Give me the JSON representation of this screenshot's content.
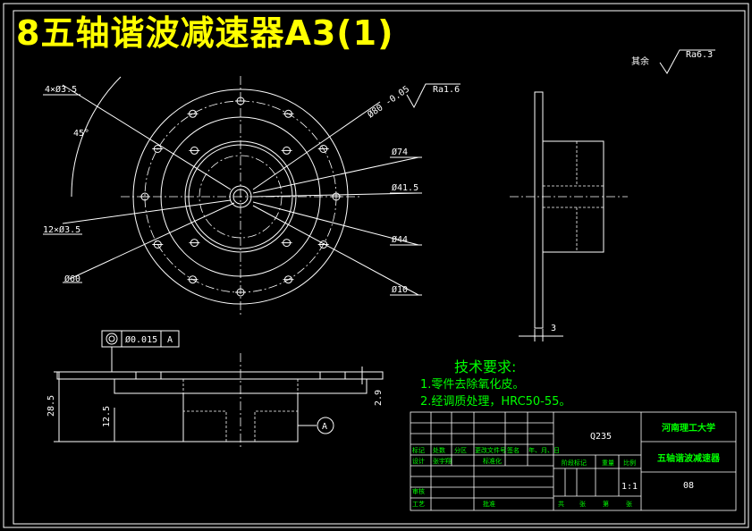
{
  "title": "8五轴谐波减速器A3(1)",
  "colors": {
    "background": "#000000",
    "lines": "#ffffff",
    "title": "#ffff00",
    "notes": "#00ff00"
  },
  "roughness": {
    "other": "其余",
    "other_value": "Ra6.3",
    "surface": "Ra1.6"
  },
  "dimensions": {
    "holes4": "4×Ø3.5",
    "angle": "45°",
    "holes12": "12×Ø3.5",
    "d60": "Ø60",
    "d80": "Ø80 -0.05",
    "d74": "Ø74",
    "d415": "Ø41.5",
    "d44": "Ø44",
    "d10": "Ø10",
    "thick": "3",
    "h285": "28.5",
    "h125": "12.5",
    "h29": "2.9"
  },
  "tolerance": {
    "value": "Ø0.015",
    "datum": "A"
  },
  "datum_label": "A",
  "tech": {
    "heading": "技术要求:",
    "lines": [
      "1.零件去除氧化皮。",
      "2.经调质处理，HRC50-55。"
    ]
  },
  "titleblock": {
    "material": "Q235",
    "school": "河南理工大学",
    "part": "五轴谐波减速器",
    "code": "08",
    "scale": "1:1",
    "row1": [
      "标记",
      "处数",
      "分区",
      "更改文件号",
      "签名",
      "年、月、日"
    ],
    "row2": [
      "设计",
      "张宇翔",
      "",
      "标准化"
    ],
    "stage": [
      "阶段标记",
      "重量",
      "比例"
    ],
    "row_review": "审核",
    "row_process": "工艺",
    "approve": "批准",
    "sheets": [
      "共",
      "张",
      "第",
      "张"
    ]
  }
}
